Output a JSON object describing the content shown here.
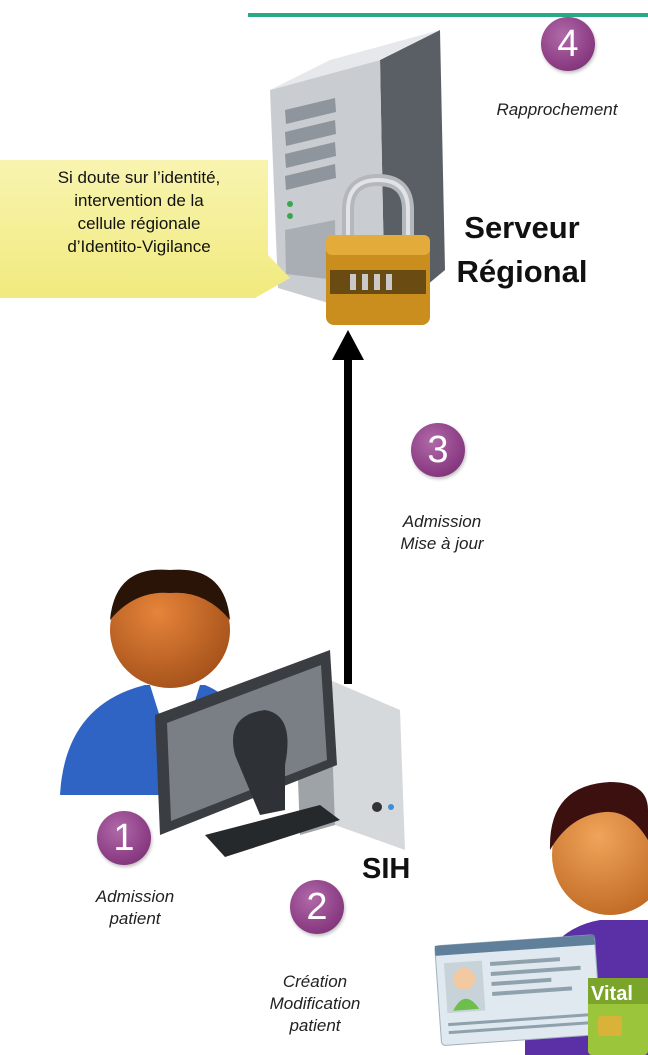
{
  "diagram": {
    "steps": [
      {
        "number": "1",
        "label": "Admission\npatient"
      },
      {
        "number": "2",
        "label": "Création\nModification\npatient"
      },
      {
        "number": "3",
        "label": "Admission\nMise à jour"
      },
      {
        "number": "4",
        "label": "Rapprochement"
      }
    ],
    "note": "Si doute sur l’identité,\nintervention de la\ncellule régionale\nd’Identito-Vigilance",
    "server_label": "Serveur\nRégional",
    "sih_label": "SIH",
    "card_label": "Vital",
    "colors": {
      "badge": "#8e3f86",
      "topline": "#2aa889",
      "note_fill": "#f6f19a",
      "arrow": "#000000"
    }
  }
}
